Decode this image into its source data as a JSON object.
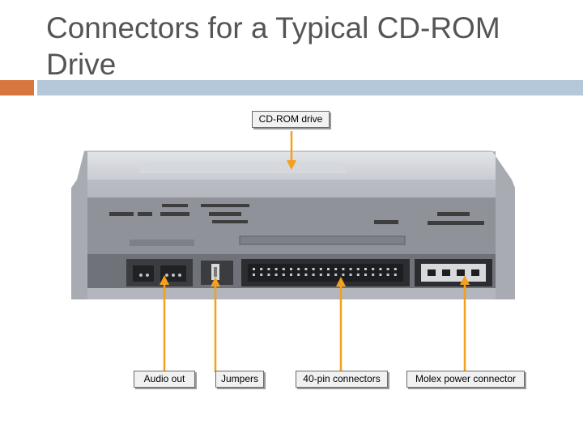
{
  "slide": {
    "title": "Connectors for a Typical CD-ROM Drive"
  },
  "callouts": {
    "top": "CD-ROM drive",
    "audio_out": "Audio out",
    "jumpers": "Jumpers",
    "ide": "40-pin connectors",
    "power": "Molex power connector"
  },
  "colors": {
    "accent": "#d7773f",
    "rule": "#b4c8da",
    "arrow": "#f2a01e"
  }
}
